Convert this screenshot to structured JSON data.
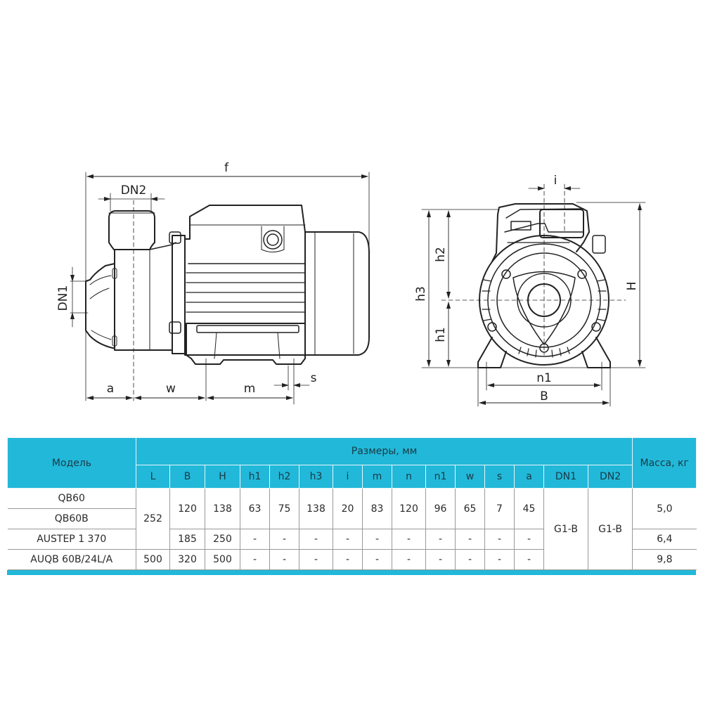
{
  "drawing": {
    "side_view": {
      "labels": {
        "f": "f",
        "dn2": "DN2",
        "dn1": "DN1",
        "a": "a",
        "w": "w",
        "m": "m",
        "s": "s"
      }
    },
    "front_view": {
      "labels": {
        "i": "i",
        "h2": "h2",
        "h3": "h3",
        "h1": "h1",
        "H": "H",
        "n1": "n1",
        "B": "B"
      }
    }
  },
  "table": {
    "header": {
      "model": "Модель",
      "dimensions": "Размеры, мм",
      "mass": "Масса, кг",
      "columns": [
        "L",
        "B",
        "H",
        "h1",
        "h2",
        "h3",
        "i",
        "m",
        "n",
        "n1",
        "w",
        "s",
        "a",
        "DN1",
        "DN2"
      ]
    },
    "rows": [
      {
        "model": "QB60",
        "mass": "5,0"
      },
      {
        "model": "QB60B"
      },
      {
        "model": "AUSTEP 1 370",
        "B": "185",
        "H": "250",
        "dash": "-",
        "mass": "6,4"
      },
      {
        "model": "AUQB 60B/24L/A",
        "L": "500",
        "B": "320",
        "H": "500",
        "dash": "-",
        "mass": "9,8"
      }
    ],
    "shared": {
      "L": "252",
      "B": "120",
      "H": "138",
      "h1": "63",
      "h2": "75",
      "h3": "138",
      "i": "20",
      "m": "83",
      "n": "120",
      "n1": "96",
      "w": "65",
      "s": "7",
      "a": "45",
      "DN1": "G1-B",
      "DN2": "G1-B"
    }
  },
  "colors": {
    "header_bg": "#22b8d9",
    "line": "#222222"
  }
}
